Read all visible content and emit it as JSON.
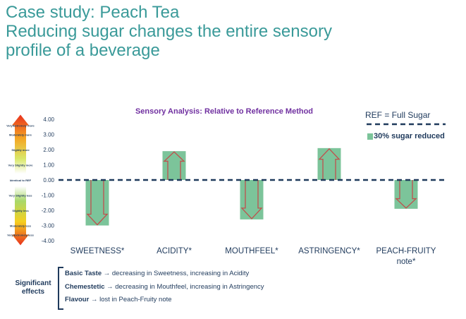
{
  "header": {
    "line1": "Case study: Peach Tea",
    "line2": "Reducing sugar changes the entire sensory",
    "line3": "profile of a beverage"
  },
  "chart_data": {
    "type": "bar",
    "title": "Sensory Analysis: Relative to Reference Method",
    "categories": [
      "SWEETNESS*",
      "ACIDITY*",
      "MOUTHFEEL*",
      "ASTRINGENCY*",
      "PEACH-FRUITY note*"
    ],
    "series": [
      {
        "name": "30% sugar reduced",
        "values": [
          -3.0,
          1.9,
          -2.6,
          2.1,
          -1.9
        ]
      }
    ],
    "reference": {
      "label": "REF = Full Sugar",
      "value": 0
    },
    "ylim": [
      -4,
      4
    ],
    "yticks": [
      "4.00",
      "3.00",
      "2.00",
      "1.00",
      "0.00",
      "-1.00",
      "-2.00",
      "-3.00",
      "-4.00"
    ],
    "scale_labels": [
      "Very/Extremely more",
      "Moderately more",
      "Slightly more",
      "Very Slightly more",
      "Identical to REF",
      "Very Slightly less",
      "Slightly less",
      "Moderately less",
      "Very/Extremely less"
    ],
    "colors": {
      "bar": "#7cc49a",
      "arrow": "#c0504d",
      "ref_line": "#1f3a5c",
      "title": "#7030a0",
      "tick": "#1f3a5c"
    }
  },
  "effects": {
    "label": "Significant effects",
    "lines": [
      {
        "bold": "Basic Taste",
        "text": " → decreasing in Sweetness, increasing in Acidity"
      },
      {
        "bold": "Chemestetic",
        "text": " → decreasing in Mouthfeel, increasing in Astringency"
      },
      {
        "bold": "Flavour",
        "text": " → lost in Peach-Fruity note"
      }
    ]
  }
}
